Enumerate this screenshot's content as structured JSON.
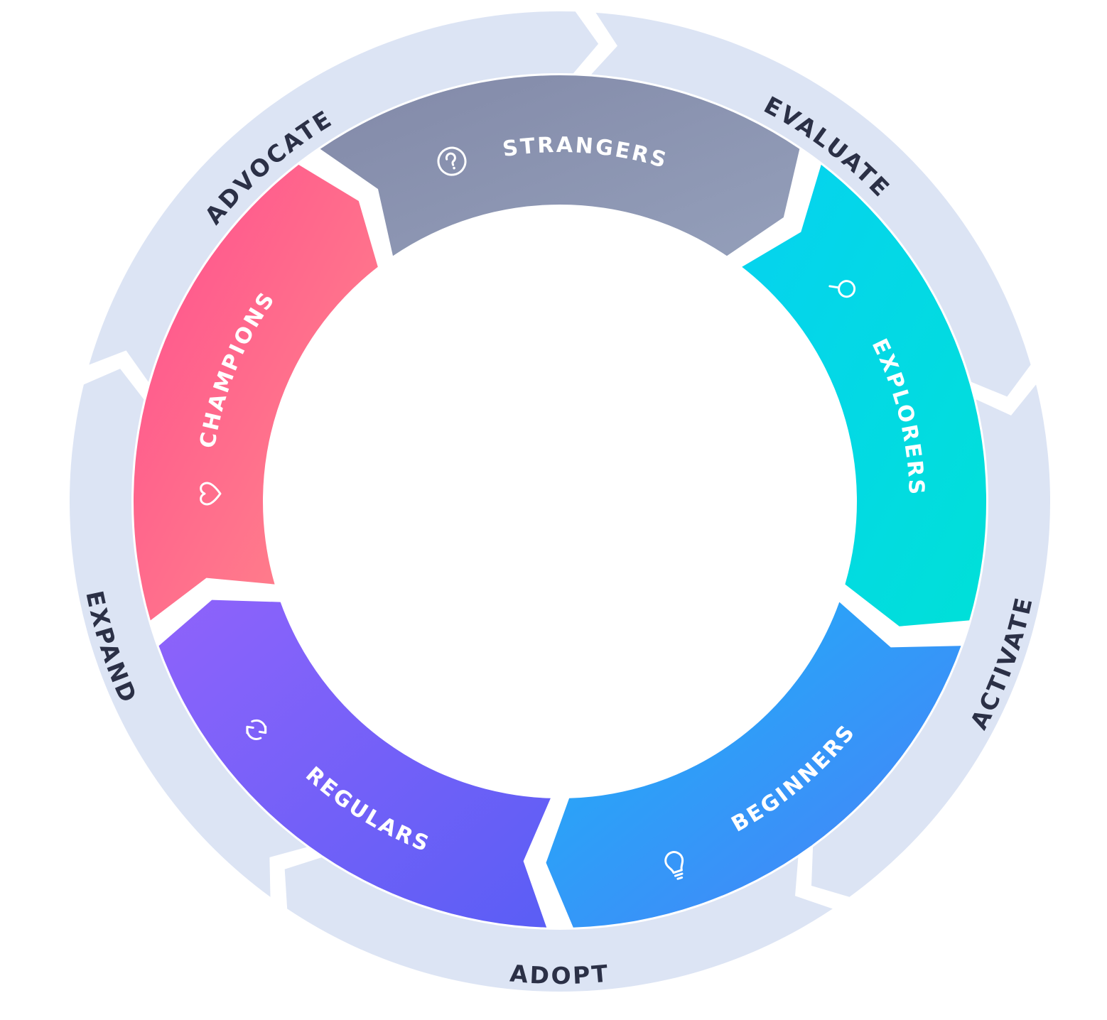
{
  "outer_stages": [
    {
      "label": "EVALUATE"
    },
    {
      "label": "ACTIVATE"
    },
    {
      "label": "ADOPT"
    },
    {
      "label": "EXPAND"
    },
    {
      "label": "ADVOCATE"
    }
  ],
  "inner_stages": [
    {
      "label": "STRANGERS",
      "icon": "question-icon",
      "color_start": "#8289a8",
      "color_end": "#949fba"
    },
    {
      "label": "EXPLORERS",
      "icon": "magnifier-icon",
      "color_start": "#06d2f0",
      "color_end": "#00e0d8"
    },
    {
      "label": "BEGINNERS",
      "icon": "lightbulb-icon",
      "color_start": "#1cb3f8",
      "color_end": "#4a7ff8"
    },
    {
      "label": "REGULARS",
      "icon": "refresh-icon",
      "color_start": "#8f63fb",
      "color_end": "#5a5ef5"
    },
    {
      "label": "CHAMPIONS",
      "icon": "heart-icon",
      "color_start": "#ff4f8e",
      "color_end": "#ff8a8a"
    }
  ],
  "colors": {
    "outer_ring": "#dce4f4",
    "outer_text": "#2b3046",
    "inner_text": "#ffffff"
  }
}
